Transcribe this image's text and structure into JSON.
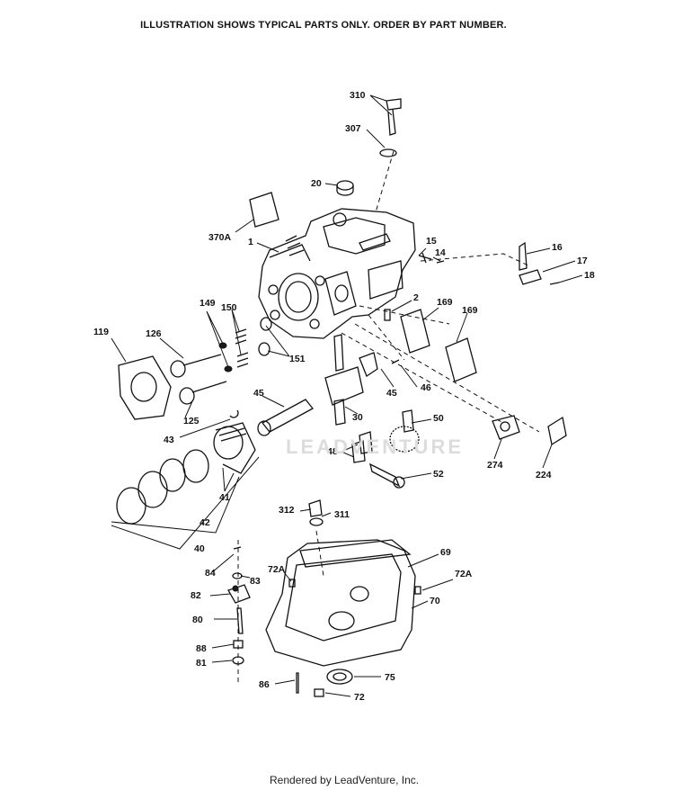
{
  "header": {
    "text": "ILLUSTRATION SHOWS TYPICAL PARTS ONLY. ORDER BY PART NUMBER."
  },
  "footer": {
    "text": "Rendered by LeadVenture, Inc."
  },
  "watermark": {
    "text": "LEADVENTURE"
  },
  "callouts": [
    {
      "id": "310",
      "label": "310"
    },
    {
      "id": "307",
      "label": "307"
    },
    {
      "id": "20",
      "label": "20"
    },
    {
      "id": "370A",
      "label": "370A"
    },
    {
      "id": "1",
      "label": "1"
    },
    {
      "id": "15",
      "label": "15"
    },
    {
      "id": "14",
      "label": "14"
    },
    {
      "id": "16",
      "label": "16"
    },
    {
      "id": "17",
      "label": "17"
    },
    {
      "id": "18",
      "label": "18"
    },
    {
      "id": "149",
      "label": "149"
    },
    {
      "id": "150",
      "label": "150"
    },
    {
      "id": "2",
      "label": "2"
    },
    {
      "id": "169a",
      "label": "169"
    },
    {
      "id": "169b",
      "label": "169"
    },
    {
      "id": "119",
      "label": "119"
    },
    {
      "id": "126",
      "label": "126"
    },
    {
      "id": "151",
      "label": "151"
    },
    {
      "id": "125",
      "label": "125"
    },
    {
      "id": "45a",
      "label": "45"
    },
    {
      "id": "45b",
      "label": "45"
    },
    {
      "id": "46",
      "label": "46"
    },
    {
      "id": "43",
      "label": "43"
    },
    {
      "id": "30",
      "label": "30"
    },
    {
      "id": "50",
      "label": "50"
    },
    {
      "id": "48",
      "label": "48"
    },
    {
      "id": "274",
      "label": "274"
    },
    {
      "id": "224",
      "label": "224"
    },
    {
      "id": "52",
      "label": "52"
    },
    {
      "id": "41",
      "label": "41"
    },
    {
      "id": "42",
      "label": "42"
    },
    {
      "id": "40",
      "label": "40"
    },
    {
      "id": "312",
      "label": "312"
    },
    {
      "id": "311",
      "label": "311"
    },
    {
      "id": "69",
      "label": "69"
    },
    {
      "id": "84",
      "label": "84"
    },
    {
      "id": "83",
      "label": "83"
    },
    {
      "id": "72Aa",
      "label": "72A"
    },
    {
      "id": "72Ab",
      "label": "72A"
    },
    {
      "id": "82",
      "label": "82"
    },
    {
      "id": "70",
      "label": "70"
    },
    {
      "id": "80",
      "label": "80"
    },
    {
      "id": "88",
      "label": "88"
    },
    {
      "id": "81",
      "label": "81"
    },
    {
      "id": "75",
      "label": "75"
    },
    {
      "id": "86",
      "label": "86"
    },
    {
      "id": "72",
      "label": "72"
    }
  ]
}
